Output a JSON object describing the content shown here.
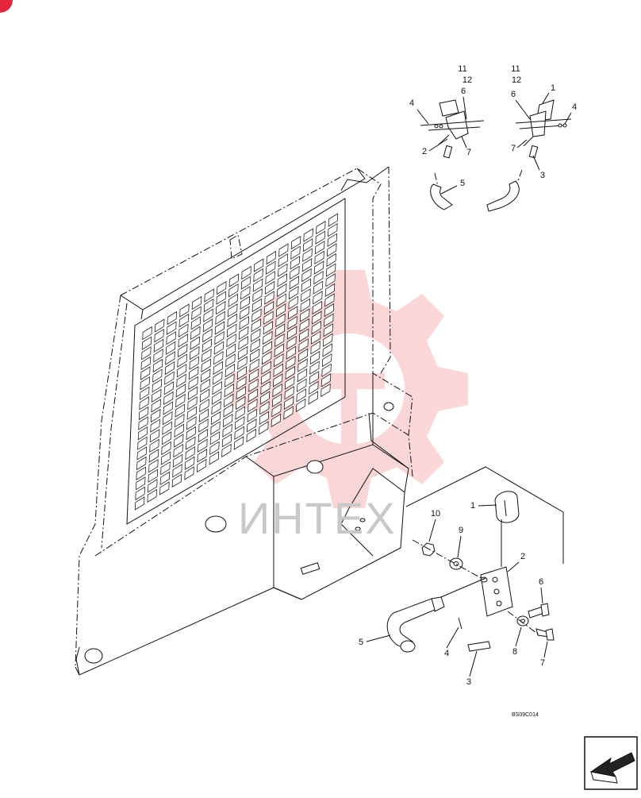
{
  "callouts": {
    "tl_11": "11",
    "tl_12": "12",
    "tl_6": "6",
    "tl_4": "4",
    "tl_2": "2",
    "tl_7": "7",
    "tl_5": "5",
    "tr_11": "11",
    "tr_12": "12",
    "tr_1": "1",
    "tr_6": "6",
    "tr_4": "4",
    "tr_7": "7",
    "tr_3": "3",
    "b_1": "1",
    "b_10": "10",
    "b_9": "9",
    "b_2": "2",
    "b_6": "6",
    "b_5": "5",
    "b_4": "4",
    "b_8": "8",
    "b_7": "7",
    "b_3": "3"
  },
  "drawing_code": "BS09C014",
  "watermark": "ИНТЕХ",
  "colors": {
    "line": "#111111",
    "watermark": "#f7b6b6",
    "corner_mark": "#e3263b",
    "nav_fill": "#222222"
  },
  "icons": {
    "next_page": "arrow-icon"
  }
}
